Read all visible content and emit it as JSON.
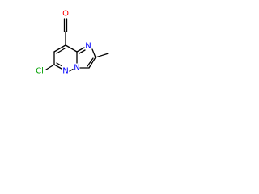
{
  "molecule": {
    "atoms": {
      "aldehyde_O": {
        "symbol": "O",
        "color": "#ff0000"
      },
      "N_bridge_top": {
        "symbol": "N",
        "color": "#0000ff"
      },
      "N_ring_fused": {
        "symbol": "N",
        "color": "#0000ff"
      },
      "N_pyridazine": {
        "symbol": "N",
        "color": "#0000ff"
      },
      "Cl": {
        "symbol": "Cl",
        "color": "#00a000"
      }
    }
  }
}
